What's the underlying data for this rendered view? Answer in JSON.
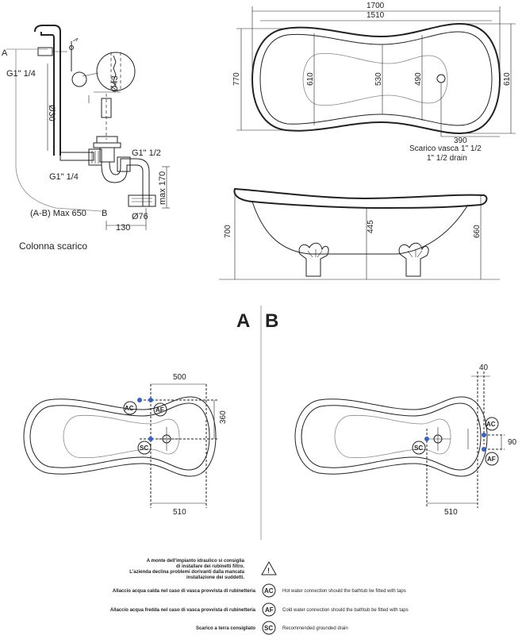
{
  "drain_column": {
    "label_A": "A",
    "label_B": "B",
    "thread_top": "G1\" 1/4",
    "thread_right": "G1\" 1/2",
    "thread_bottom": "G1\" 1/4",
    "pipe_diameter": "Ø30",
    "plug_diameter": "Ø43",
    "max_170": "max 170",
    "outlet_diameter": "Ø76",
    "max_650": "(A-B) Max 650",
    "width_130": "130",
    "caption": "Colonna scarico"
  },
  "top_view": {
    "length_total": "1700",
    "length_inner": "1510",
    "width_total": "770",
    "width_right": "610",
    "inner_610": "610",
    "inner_530": "530",
    "inner_490": "490",
    "drain_offset": "390",
    "drain_label_it": "Scarico vasca 1\" 1/2",
    "drain_label_en": "1\" 1/2  drain"
  },
  "side_view": {
    "height_left": "700",
    "height_mid": "445",
    "height_right": "660"
  },
  "variant_a": {
    "letter": "A",
    "dim_500": "500",
    "dim_360": "360",
    "dim_510": "510",
    "ac": "AC",
    "af": "AF",
    "sc": "SC"
  },
  "variant_b": {
    "letter": "B",
    "dim_40": "40",
    "dim_90": "90",
    "dim_510": "510",
    "ac": "AC",
    "af": "AF",
    "sc": "SC"
  },
  "legend": {
    "warning_line1": "A monte dell'impianto idraulico si consiglia",
    "warning_line2": "di installare dei rubinetti filtro.",
    "warning_line3": "L'azienda declina problemi dorivanti dalla mancata",
    "warning_line4": "installazione dei suddetti.",
    "warning_symbol": "!",
    "ac_it": "Allaccio acqua calda nel caso di vasca provvista di rubinetteria",
    "ac_code": "AC",
    "ac_en": "Hot water connection should the bathtub be fitted with taps",
    "af_it": "Allaccio acqua  fredda nel caso di vasca provvista di rubinetteria",
    "af_code": "AF",
    "af_en": "Cold water connection should the bathtub be fitted with taps",
    "sc_it": "Scarico a terra consigliato",
    "sc_code": "SC",
    "sc_en": "Recommended grounded drain"
  }
}
